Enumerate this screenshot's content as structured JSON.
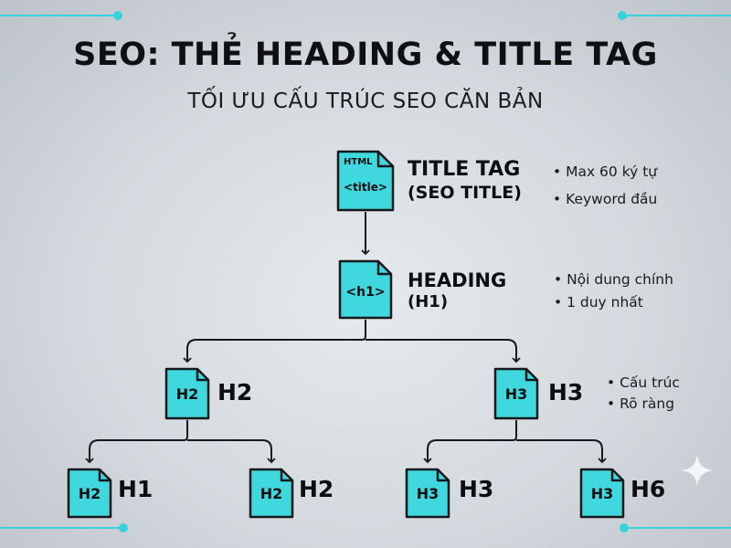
{
  "title": "SEO: THẺ HEADING & TITLE TAG",
  "subtitle": "TỐI ƯU CẤU TRÚC SEO CĂN BẢN",
  "colors": {
    "accent": "#37d3dc",
    "doc_fill": "#3fd8de",
    "stroke": "#16181a"
  },
  "nodes": {
    "title_tag": {
      "doc_top": "HTML",
      "doc_bottom": "<title>",
      "label_line1": "TITLE TAG",
      "label_line2": "(SEO TITLE)",
      "bullets": [
        "• Max 60 ký tự",
        "• Keyword đầu"
      ]
    },
    "h1": {
      "doc": "<h1>",
      "label_line1": "HEADING",
      "label_line2": "(H1)",
      "bullets": [
        "• Nội dung chính",
        "• 1 duy nhất"
      ]
    },
    "h2": {
      "doc": "H2",
      "label": "H2"
    },
    "h3": {
      "doc": "H3",
      "label": "H3",
      "bullets": [
        "• Cấu trúc",
        "• Rõ ràng"
      ]
    },
    "leaf_1": {
      "doc": "H2",
      "label": "H1"
    },
    "leaf_2": {
      "doc": "H2",
      "label": "H2"
    },
    "leaf_3": {
      "doc": "H3",
      "label": "H3"
    },
    "leaf_4": {
      "doc": "H3",
      "label": "H6"
    }
  },
  "icons": {
    "sparkle": "sparkle-icon"
  }
}
